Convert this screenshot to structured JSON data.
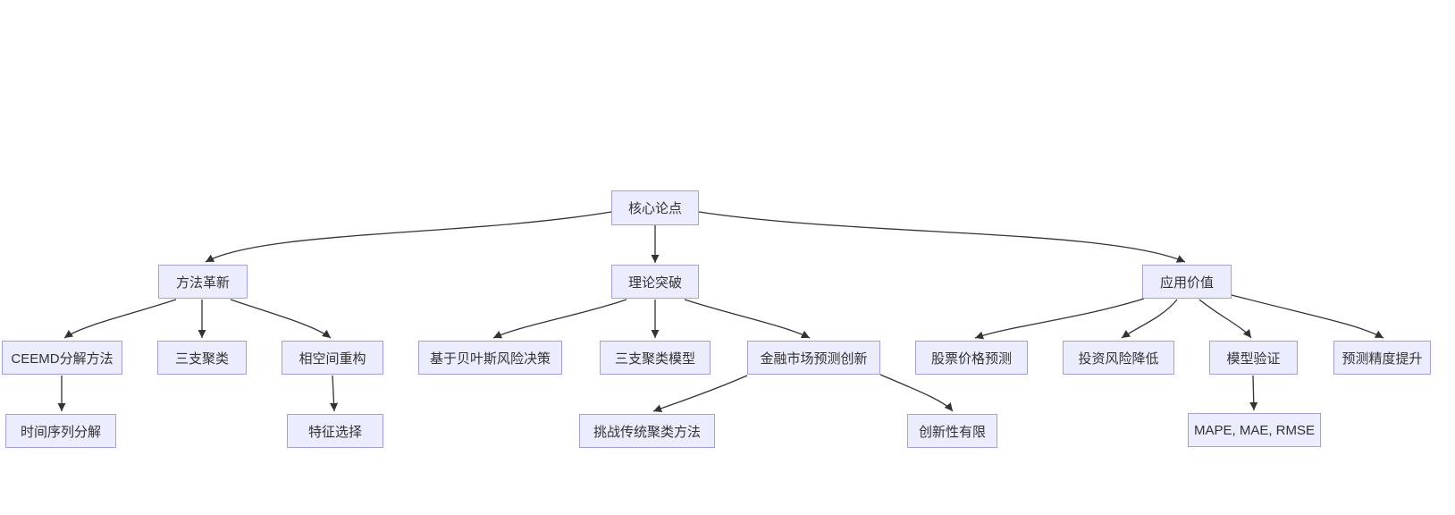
{
  "diagram": {
    "type": "flowchart",
    "colors": {
      "background": "#ffffff",
      "node_fill": "#ECECFF",
      "node_border": "#a5a0d6",
      "edge": "#333333",
      "text": "#333333"
    },
    "nodes": {
      "root": "核心论点",
      "method_innovation": "方法革新",
      "theory_breakthrough": "理论突破",
      "application_value": "应用价值",
      "ceemd_decomposition": "CEEMD分解方法",
      "three_way_clustering": "三支聚类",
      "phase_space_reconstruction": "相空间重构",
      "bayesian_risk_decision": "基于贝叶斯风险决策",
      "three_way_clustering_model": "三支聚类模型",
      "financial_market_innovation": "金融市场预测创新",
      "stock_price_prediction": "股票价格预测",
      "investment_risk_reduction": "投资风险降低",
      "model_validation": "模型验证",
      "prediction_accuracy": "预测精度提升",
      "time_series_decomposition": "时间序列分解",
      "feature_selection": "特征选择",
      "challenge_traditional_clustering": "挑战传统聚类方法",
      "limited_novelty": "创新性有限",
      "metrics": "MAPE, MAE, RMSE"
    }
  }
}
